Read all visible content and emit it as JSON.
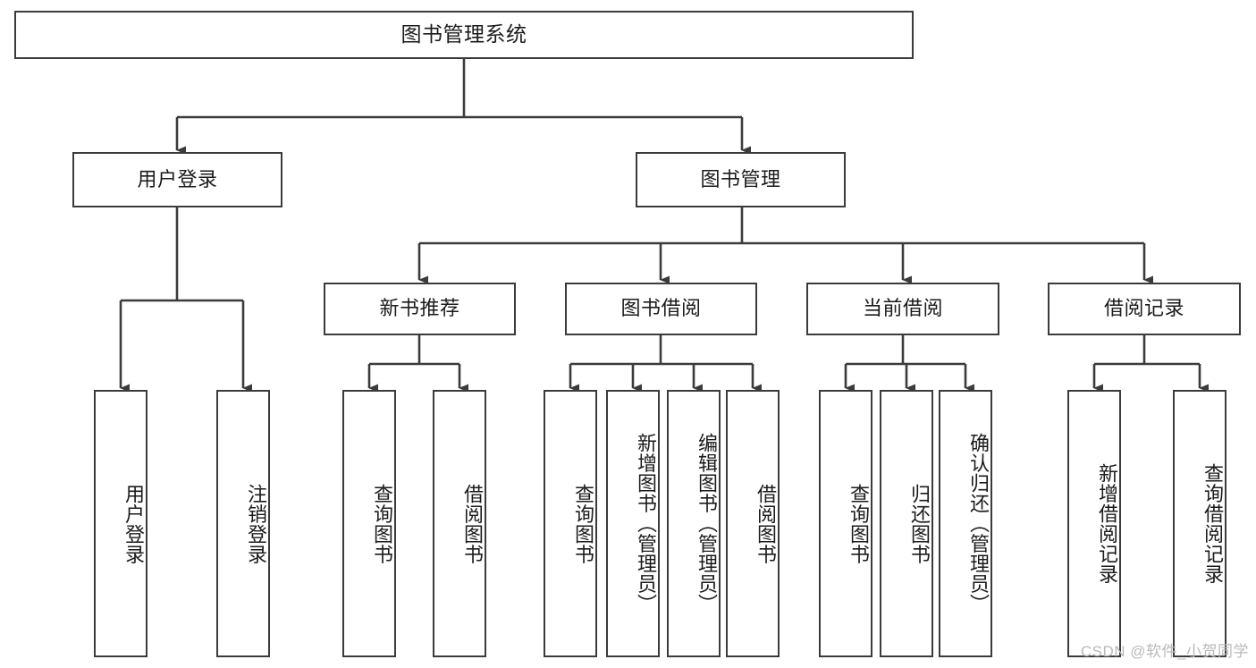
{
  "diagram": {
    "title": "图书管理系统",
    "type": "tree",
    "orientation": "top-down",
    "colors": {
      "box_border": "#3b3b3b",
      "box_fill": "#ffffff",
      "edge": "#3b3b3b",
      "text": "#1b1b1b",
      "watermark": "#b9b9b9"
    },
    "levels": {
      "root": {
        "label": "图书管理系统"
      },
      "level2": [
        {
          "label": "用户登录"
        },
        {
          "label": "图书管理"
        }
      ],
      "level3": [
        {
          "label": "新书推荐"
        },
        {
          "label": "图书借阅"
        },
        {
          "label": "当前借阅"
        },
        {
          "label": "借阅记录"
        }
      ],
      "leaves": {
        "user_login": [
          {
            "label": "用户登录"
          },
          {
            "label": "注销登录"
          }
        ],
        "new_book_recommend": [
          {
            "label": "查询图书"
          },
          {
            "label": "借阅图书"
          }
        ],
        "book_borrow": [
          {
            "label": "查询图书"
          },
          {
            "label": "新增图书（管理员）"
          },
          {
            "label": "编辑图书（管理员）"
          },
          {
            "label": "借阅图书"
          }
        ],
        "current_borrow": [
          {
            "label": "查询图书"
          },
          {
            "label": "归还图书"
          },
          {
            "label": "确认归还（管理员）"
          }
        ],
        "borrow_record": [
          {
            "label": "新增借阅记录"
          },
          {
            "label": "查询借阅记录"
          }
        ]
      }
    },
    "watermark": "CSDN @软件_小贺同学"
  }
}
